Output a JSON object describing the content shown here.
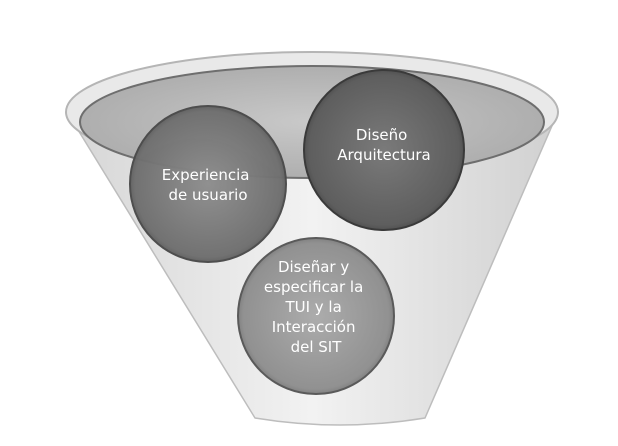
{
  "diagram": {
    "type": "funnel",
    "colors": {
      "background": "#ffffff",
      "funnel_body": "#e4e4e4",
      "funnel_rim": "#bdbdbd",
      "circle_dark": "#666666",
      "circle_medium": "#7a7a7a",
      "circle_light": "#9a9a9a",
      "circle_stroke": "#4a4a4a",
      "label": "#ffffff"
    },
    "circles": [
      {
        "id": "experiencia",
        "lines": [
          "Experiencia",
          "de usuario"
        ]
      },
      {
        "id": "arquitectura",
        "lines": [
          "Diseño",
          "Arquitectura"
        ]
      },
      {
        "id": "tui",
        "lines": [
          "Diseñar y",
          "especificar la",
          "TUI y la",
          "Interacción",
          "del SIT"
        ]
      }
    ]
  }
}
